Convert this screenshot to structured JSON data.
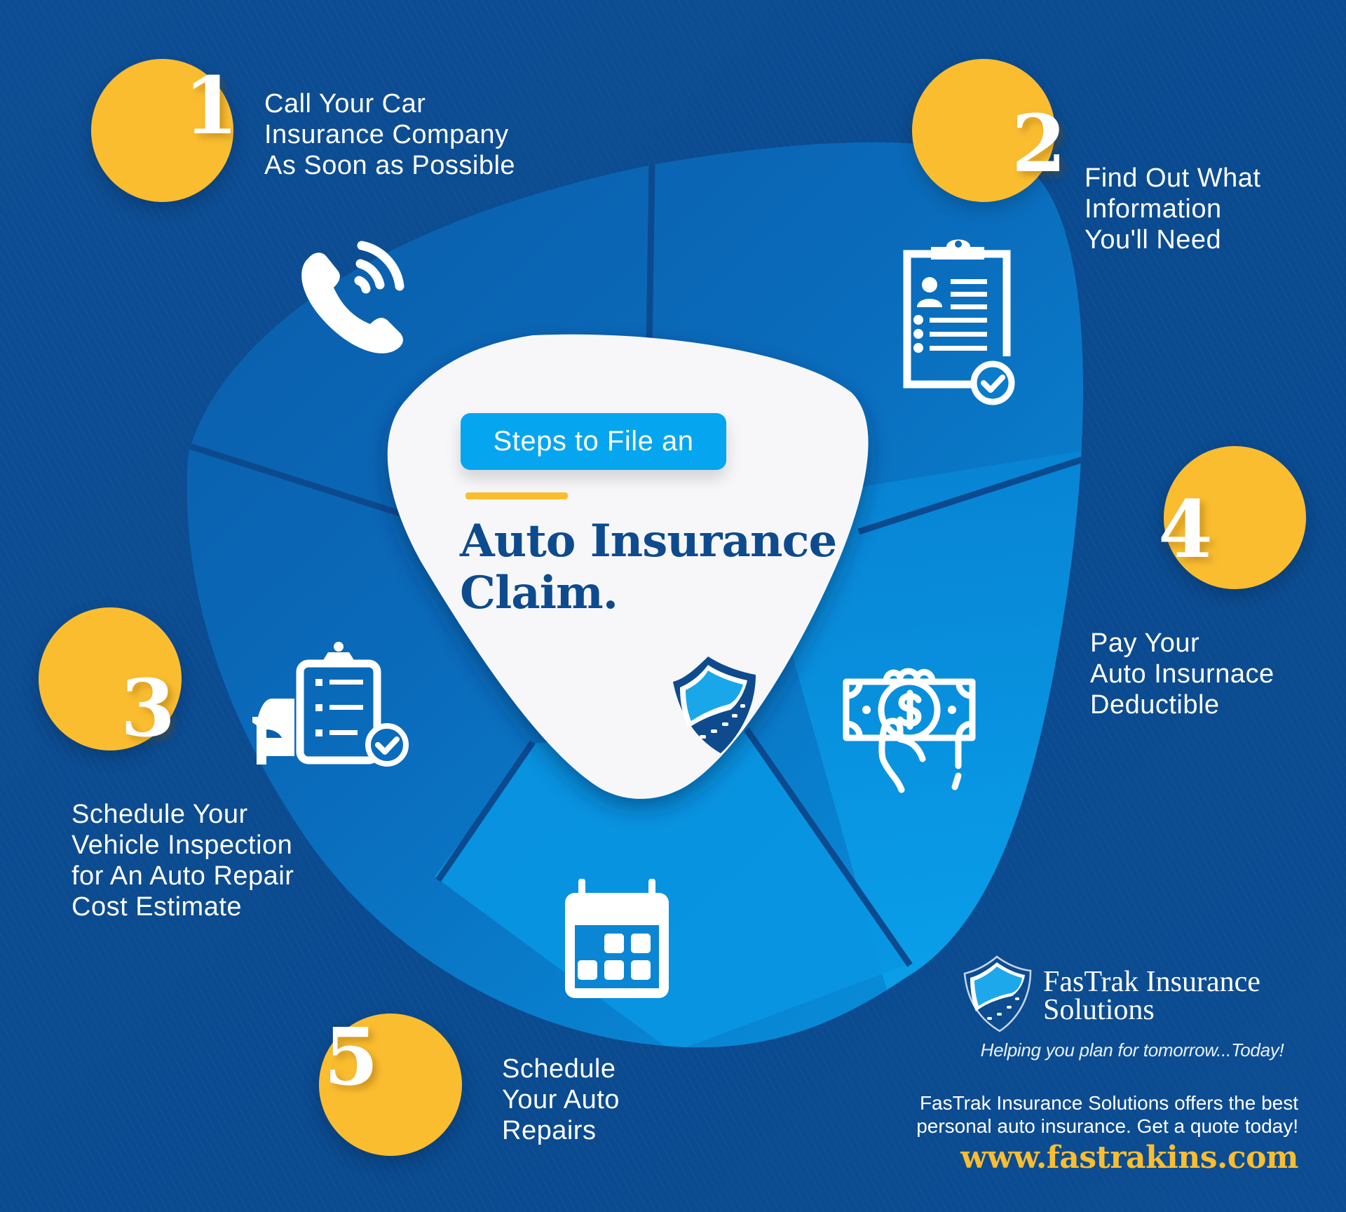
{
  "colors": {
    "background": "#0c4a90",
    "segment_light": "#0aa2eb",
    "segment_mid": "#0077c8",
    "accent_yellow": "#fbbd30",
    "pill_blue": "#05a6ef",
    "title_navy": "#0e4b8e",
    "center_card": "#f7f7fa"
  },
  "center": {
    "badge_label": "Steps to File an",
    "title_line1": "Auto Insurance",
    "title_line2": "Claim.",
    "emblem_icon": "shield-road-icon"
  },
  "steps": [
    {
      "number": "1",
      "lines": [
        "Call Your Car",
        "Insurance Company",
        "As Soon as Possible"
      ],
      "icon": "phone-ringing-icon"
    },
    {
      "number": "2",
      "lines": [
        "Find Out What",
        "Information",
        "You'll Need"
      ],
      "icon": "clipboard-profile-icon"
    },
    {
      "number": "3",
      "lines": [
        "Schedule Your",
        "Vehicle Inspection",
        "for An Auto Repair",
        "Cost Estimate"
      ],
      "icon": "car-checklist-icon"
    },
    {
      "number": "4",
      "lines": [
        "Pay Your",
        "Auto Insurnace",
        "Deductible"
      ],
      "icon": "hand-money-icon"
    },
    {
      "number": "5",
      "lines": [
        "Schedule",
        "Your Auto",
        "Repairs"
      ],
      "icon": "calendar-icon"
    }
  ],
  "footer": {
    "brand_line1": "FasTrak Insurance",
    "brand_line2": "Solutions",
    "tagline": "Helping you plan for tomorrow...Today!",
    "description_line1": "FasTrak Insurance Solutions offers the best",
    "description_line2": "personal auto insurance. Get a quote today!",
    "url": "www.fastrakins.com"
  }
}
